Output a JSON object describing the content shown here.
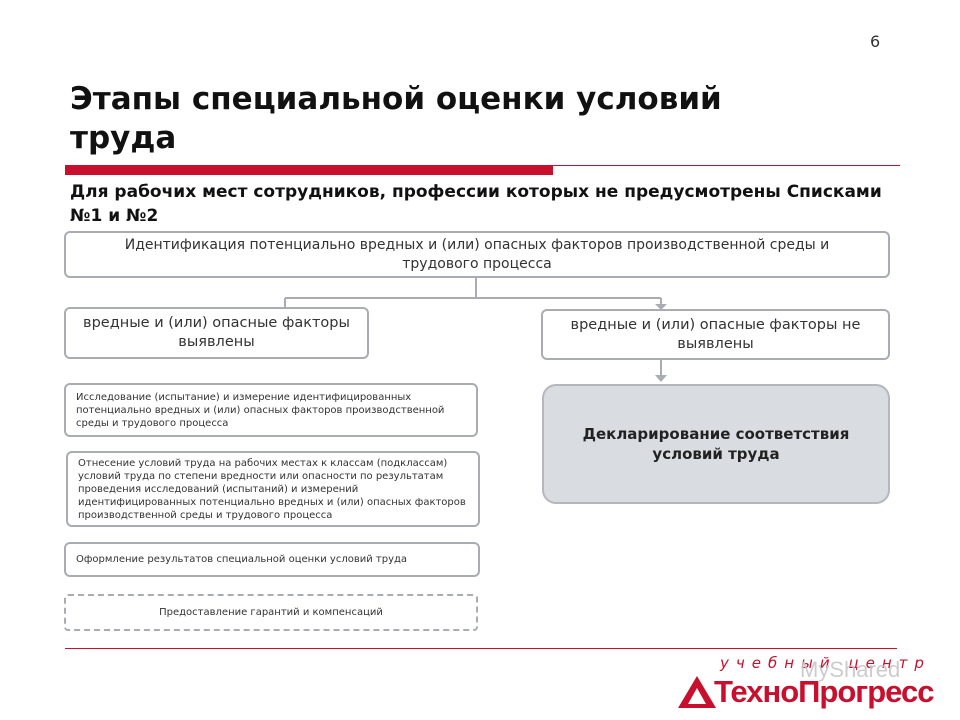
{
  "page_number": "6",
  "title": "Этапы специальной оценки условий труда",
  "subtitle": "Для рабочих мест сотрудников, профессии которых не предусмотрены Списками №1 и №2",
  "flow": {
    "identification": "Идентификация потенциально вредных и (или) опасных факторов производственной среды и трудового процесса",
    "branch_found": "вредные и (или) опасные факторы выявлены",
    "branch_not_found": "вредные и (или) опасные факторы не выявлены",
    "found_steps": [
      "Исследование (испытание) и измерение идентифицированных потенциально вредных и (или) опасных факторов производственной среды и трудового процесса",
      "Отнесение условий труда на рабочих местах к классам (подклассам) условий труда по степени вредности или опасности по результатам проведения исследований (испытаний) и измерений идентифицированных потенциально вредных и (или) опасных факторов производственной среды и трудового процесса",
      "Оформление результатов специальной оценки условий труда",
      "Предоставление гарантий и компенсаций"
    ],
    "declaration": "Декларирование соответствия условий труда"
  },
  "branding": {
    "tagline": "учебный центр",
    "company": "ТехноПрогресс",
    "watermark": "MyShared",
    "accent_color": "#c8102e"
  }
}
